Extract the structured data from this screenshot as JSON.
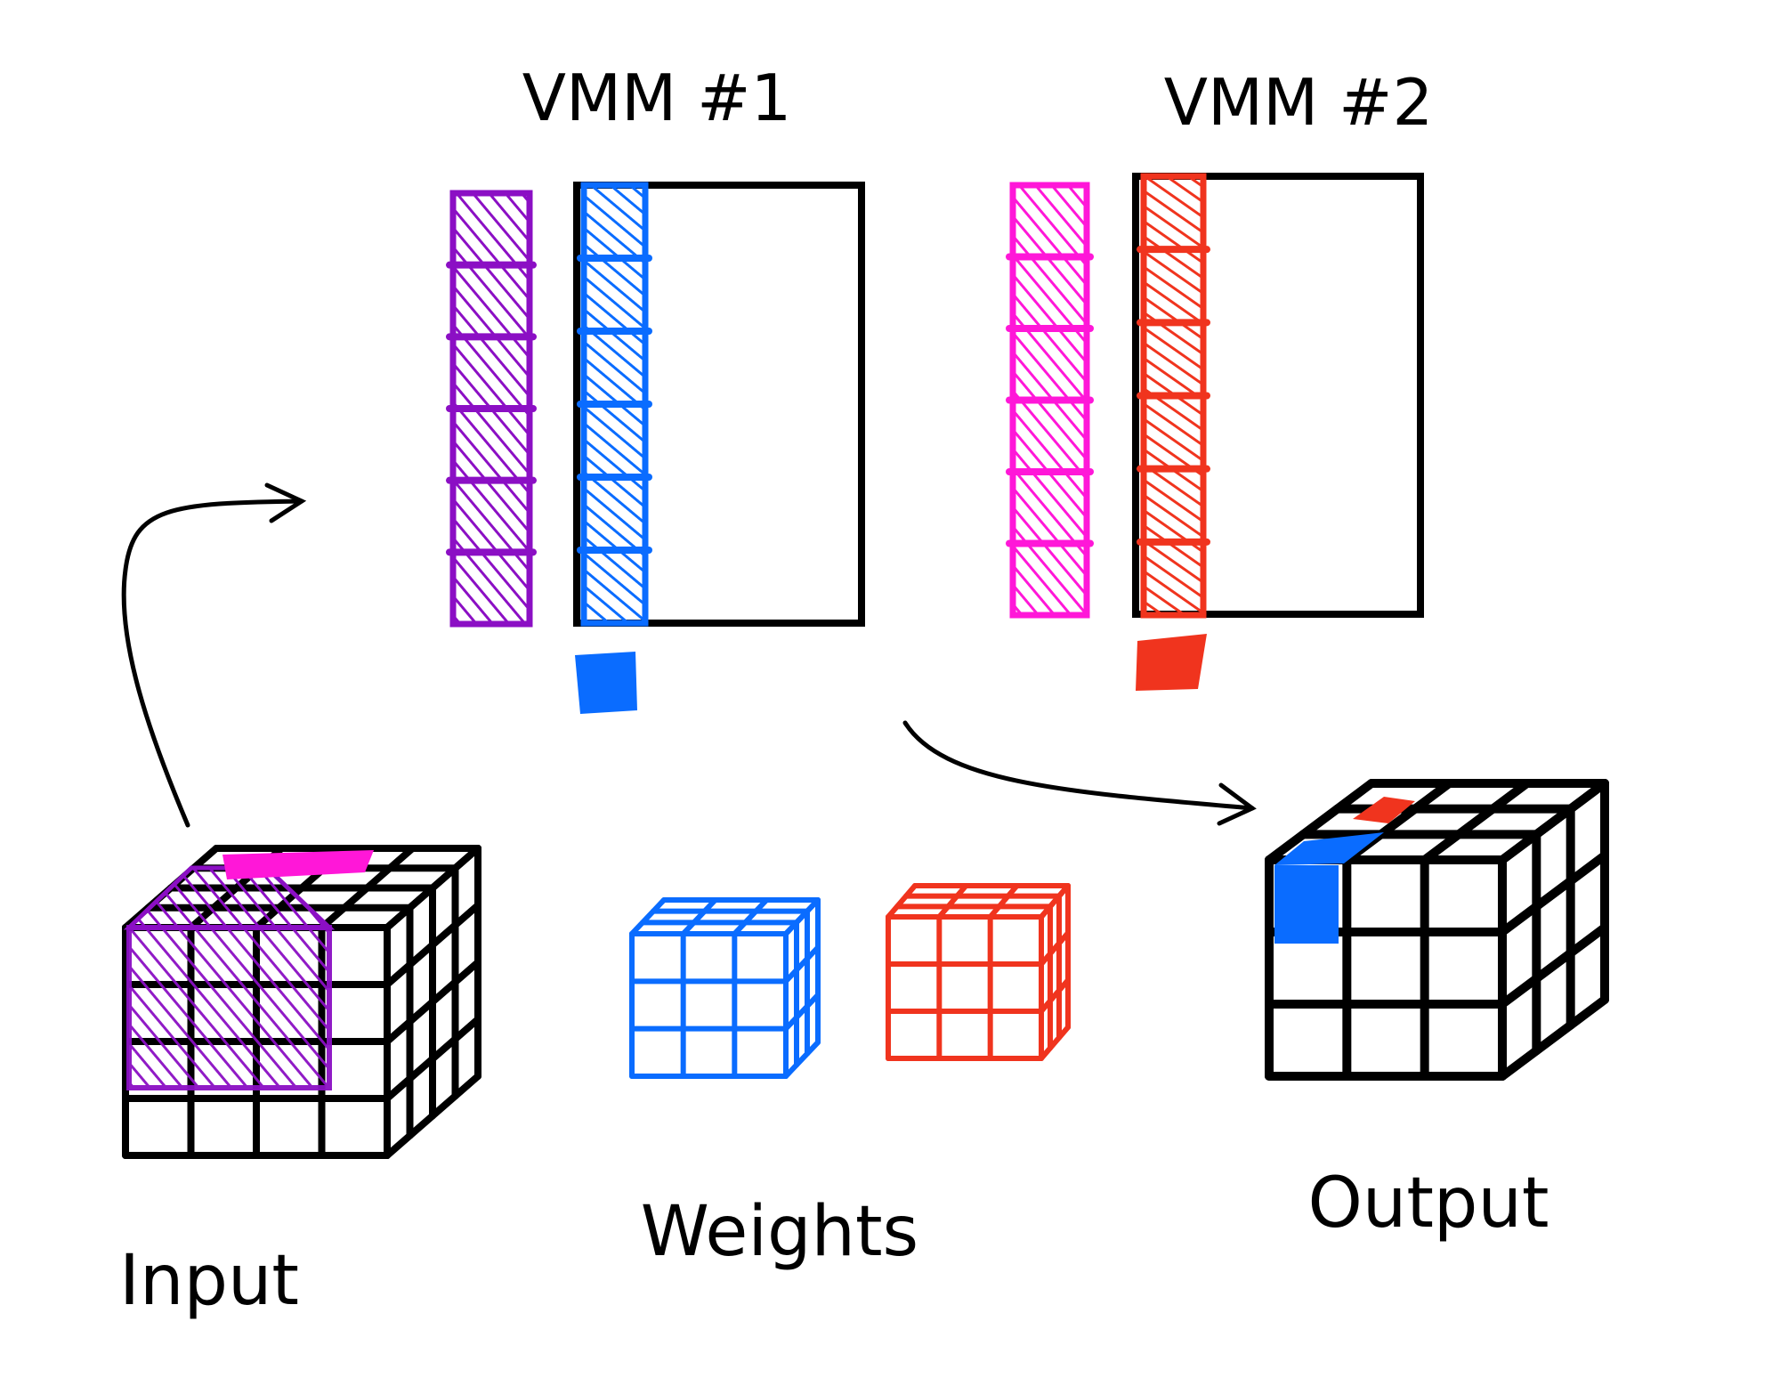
{
  "titles": {
    "vmm1": "VMM #1",
    "vmm2": "VMM #2"
  },
  "labels": {
    "input": "Input",
    "weights": "Weights",
    "output": "Output"
  },
  "colors": {
    "purple": "#8b0fc4",
    "blue": "#0a6cff",
    "magenta": "#ff17d8",
    "red": "#f0341e",
    "ink": "#000000"
  }
}
